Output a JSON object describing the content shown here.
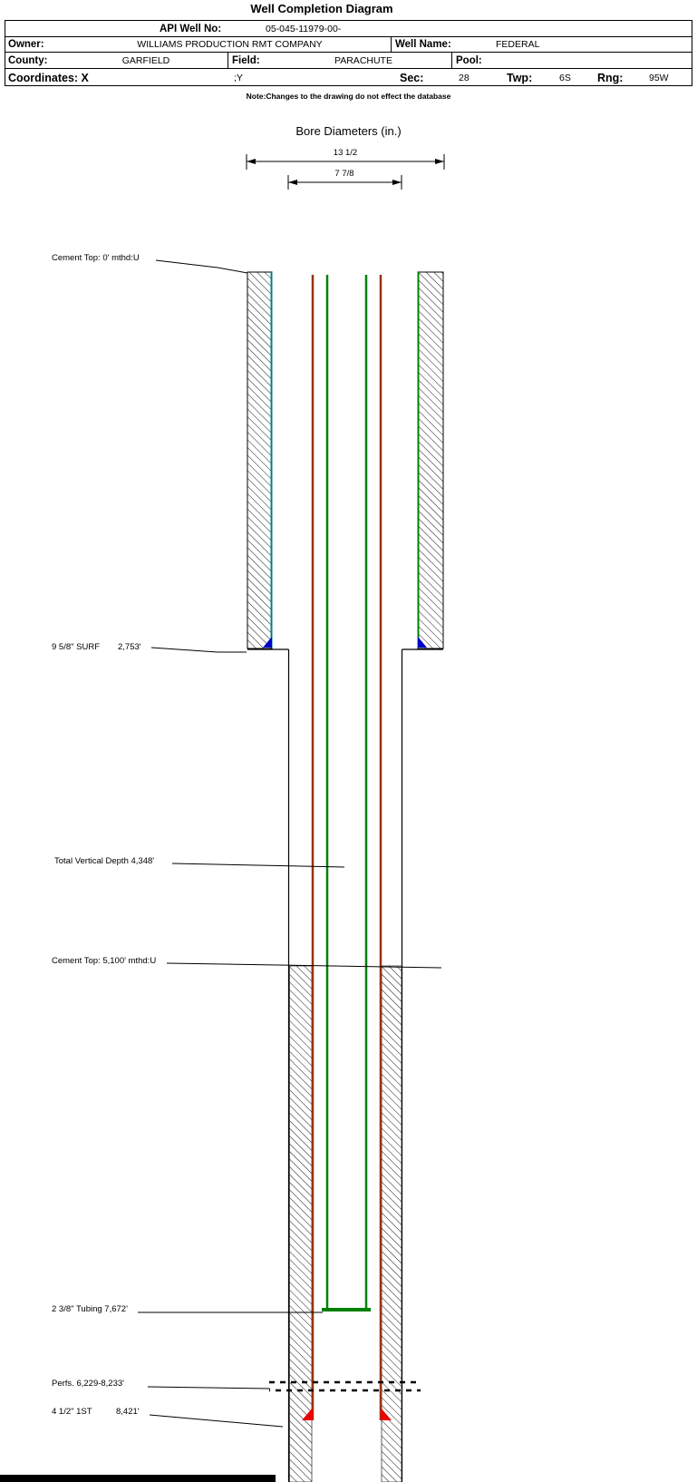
{
  "title": "Well Completion Diagram",
  "header": {
    "api_label": "API Well No:",
    "api_value": "05-045-11979-00-",
    "owner_label": "Owner:",
    "owner_value": "WILLIAMS PRODUCTION RMT COMPANY",
    "well_name_label": "Well Name:",
    "well_name_value": "FEDERAL",
    "county_label": "County:",
    "county_value": "GARFIELD",
    "field_label": "Field:",
    "field_value": "PARACHUTE",
    "pool_label": "Pool:",
    "coord_label": "Coordinates: X",
    "coord_y": ";Y",
    "sec_label": "Sec:",
    "sec_value": "28",
    "twp_label": "Twp:",
    "twp_value": "6S",
    "rng_label": "Rng:",
    "rng_value": "95W"
  },
  "note": "Note:Changes to the drawing do not effect the database",
  "bore": {
    "title": "Bore Diameters (in.)",
    "outer_diameter": "13 1/2",
    "inner_diameter": "7 7/8"
  },
  "annotations": {
    "cement_top_surface": "Cement Top: 0' mthd:U",
    "surface_casing_label": "9 5/8\" SURF",
    "surface_casing_depth": "2,753'",
    "total_vertical_depth": "Total Vertical Depth 4,348'",
    "cement_top_production": "Cement Top: 5,100' mthd:U",
    "tubing": "2 3/8\" Tubing 7,672'",
    "perforations": "Perfs. 6,229-8,233'",
    "production_casing_label": "4 1/2\" 1ST",
    "production_casing_depth": "8,421'"
  },
  "colors": {
    "tubing": "#008000",
    "production_casing": "#993300",
    "surface_inner_left": "#008080",
    "surface_shoe": "#0000cc",
    "production_shoe": "#ee0000"
  }
}
